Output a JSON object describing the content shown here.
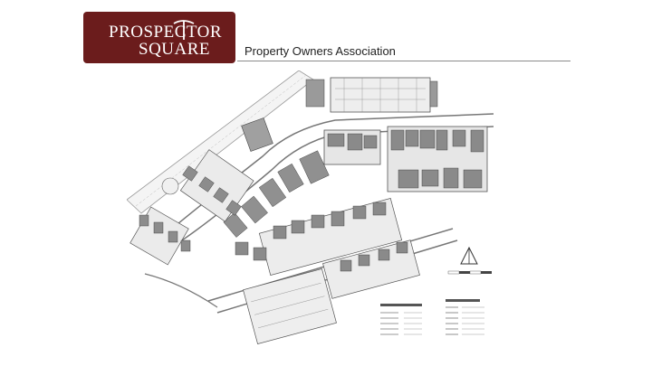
{
  "brand": {
    "line1": "PROSPECTOR",
    "line2": "SQUARE",
    "color": "#6b1c1c"
  },
  "tagline": "Property Owners Association",
  "map": {
    "icon": "north-arrow-icon",
    "legend_title": "LEGEND",
    "sheet_index_title": "SHEET INDEX"
  }
}
